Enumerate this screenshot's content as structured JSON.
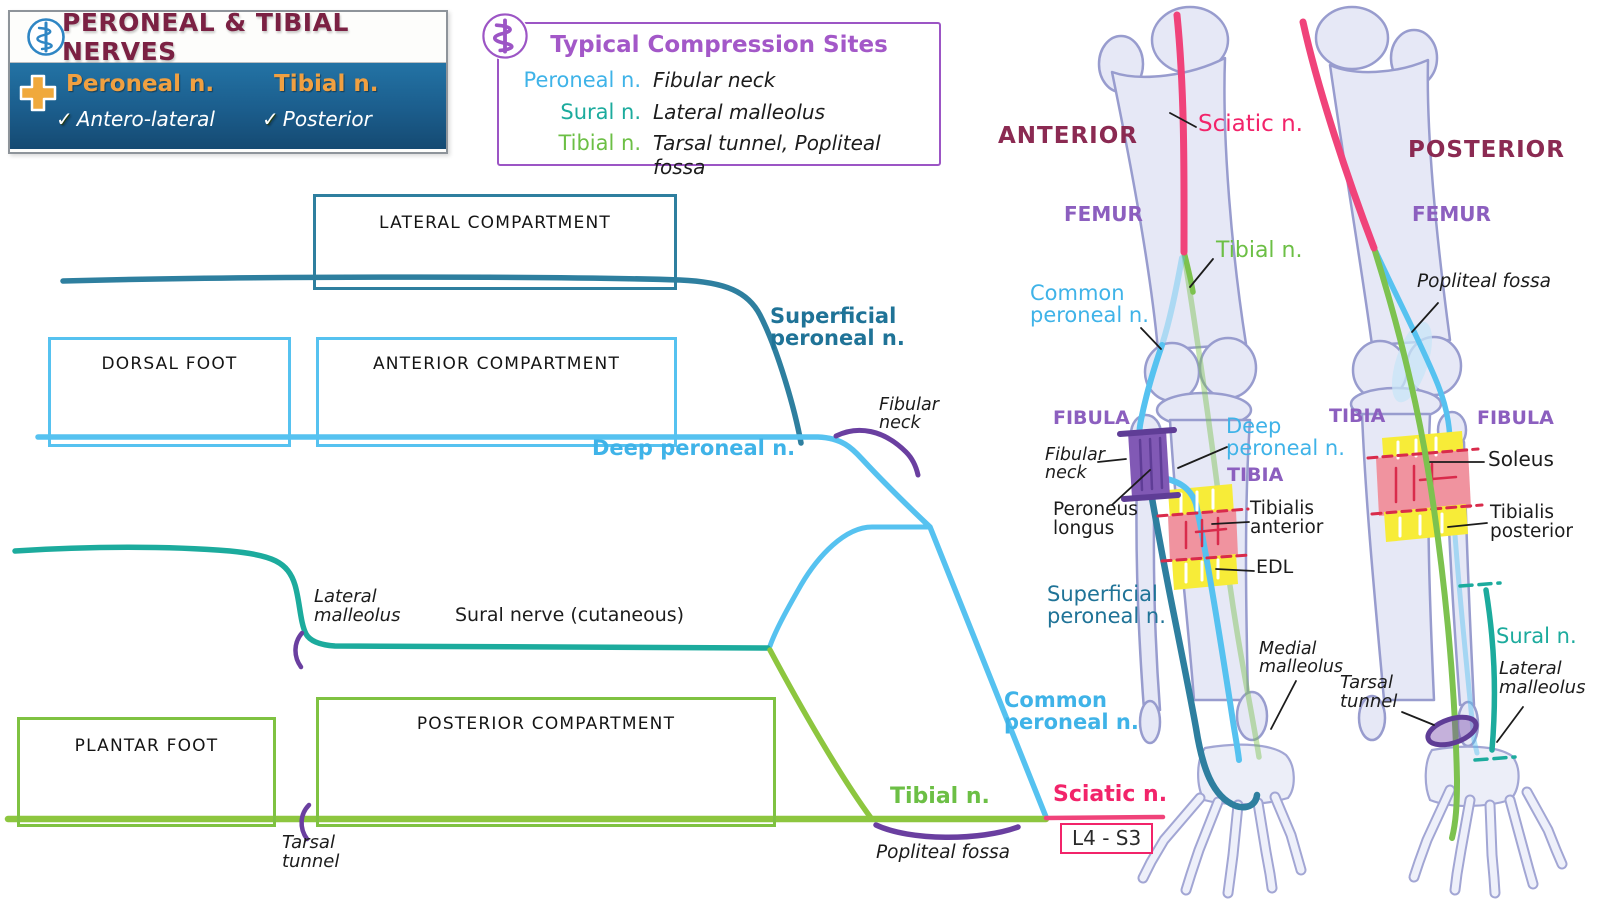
{
  "palette": {
    "title_maroon": "#7b2143",
    "header_blue": "#1b5d8c",
    "accent_orange": "#f0a041",
    "compression_purple": "#9c55c5",
    "peroneal_blue_text": "#3fb3e8",
    "deep_peroneal_line": "#56c2f0",
    "superficial_teal": "#2e7f9f",
    "sural_teal": "#1cab9d",
    "tibial_green": "#6cbf45",
    "flow_line_green": "#8dc63f",
    "sciatic_pink": "#f2246a",
    "annotation_purple": "#6a3fa0",
    "bone_label_purple": "#8c5fbf",
    "bone_fill": "#e6e8f6",
    "muscle_pink": "#f0939f",
    "muscle_red": "#d92b4b",
    "muscle_yellow": "#f7ec38",
    "peroneus_purple": "#8159b5"
  },
  "header": {
    "title": "PERONEAL & TIBIAL NERVES",
    "left_nerve": "Peroneal n.",
    "left_region": "Antero-lateral",
    "right_nerve": "Tibial n.",
    "right_region": "Posterior"
  },
  "compression": {
    "title": "Typical Compression Sites",
    "rows": [
      {
        "nerve": "Peroneal n.",
        "site": "Fibular neck"
      },
      {
        "nerve": "Sural n.",
        "site": "Lateral malleolus"
      },
      {
        "nerve": "Tibial n.",
        "site": "Tarsal tunnel, Popliteal fossa"
      }
    ]
  },
  "flow": {
    "boxes": {
      "lateral": "LATERAL COMPARTMENT",
      "dorsal": "DORSAL FOOT",
      "anterior": "ANTERIOR COMPARTMENT",
      "plantar": "PLANTAR FOOT",
      "posterior": "POSTERIOR COMPARTMENT"
    },
    "labels": {
      "superficial": "Superficial\nperoneal n.",
      "deep": "Deep peroneal n.",
      "fibular_neck": "Fibular\nneck",
      "sural": "Sural nerve (cutaneous)",
      "lateral_malleolus": "Lateral\nmalleolus",
      "common": "Common\nperoneal n.",
      "tibial": "Tibial n.",
      "sciatic": "Sciatic n.",
      "nerve_roots": "L4 - S3",
      "popliteal_fossa": "Popliteal fossa",
      "tarsal_tunnel": "Tarsal\ntunnel"
    }
  },
  "anterior_leg": {
    "title": "ANTERIOR",
    "sciatic": "Sciatic n.",
    "femur": "FEMUR",
    "tibial": "Tibial n.",
    "common_peroneal": "Common\nperoneal n.",
    "fibula": "FIBULA",
    "fibular_neck": "Fibular\nneck",
    "peroneus_longus": "Peroneus\nlongus",
    "deep_peroneal": "Deep\nperoneal n.",
    "tibia": "TIBIA",
    "tibialis_anterior": "Tibialis\nanterior",
    "edl": "EDL",
    "superficial_peroneal": "Superficial\nperoneal n.",
    "medial_malleolus": "Medial\nmalleolus"
  },
  "posterior_leg": {
    "title": "POSTERIOR",
    "femur": "FEMUR",
    "popliteal_fossa": "Popliteal fossa",
    "tibia": "TIBIA",
    "fibula": "FIBULA",
    "soleus": "Soleus",
    "tibialis_posterior": "Tibialis\nposterior",
    "sural": "Sural n.",
    "lateral_malleolus": "Lateral\nmalleolus",
    "tarsal_tunnel": "Tarsal\ntunnel"
  }
}
